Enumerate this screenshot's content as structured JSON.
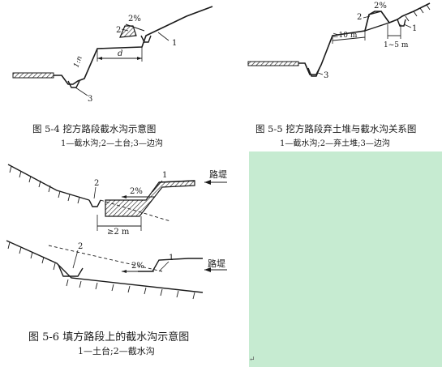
{
  "fig54": {
    "title": "图 5-4   挖方路段截水沟示意图",
    "subtitle": "1—截水沟;2—土台;3—边沟",
    "labels": {
      "grade": "2%",
      "d": "d",
      "slope": "1:n",
      "n1": "1",
      "n2": "2",
      "n3": "3"
    }
  },
  "fig55": {
    "title": "图 5-5   挖方路段弃土堆与截水沟关系图",
    "subtitle": "1—截水沟;2—弃土堆;3—边沟",
    "labels": {
      "grade": "2%",
      "dist1": "≥10 m",
      "dist2": "1~5 m",
      "n1": "1",
      "n2": "2",
      "n3": "3"
    }
  },
  "fig56": {
    "title": "图 5-6   填方路段上的截水沟示意图",
    "subtitle": "1—土台;2—截水沟",
    "labels": {
      "grade_top": "2%",
      "grade_bottom": "2%",
      "dist": "≥2 m",
      "embankment_top": "路堤",
      "embankment_bottom": "路堤",
      "n1_top": "1",
      "n2_top": "2",
      "n1_bottom": "1",
      "n2_bottom": "2"
    }
  },
  "colors": {
    "placeholder": "#c6ebd1",
    "ink": "#1a1a1a"
  },
  "enter_mark": "↵"
}
